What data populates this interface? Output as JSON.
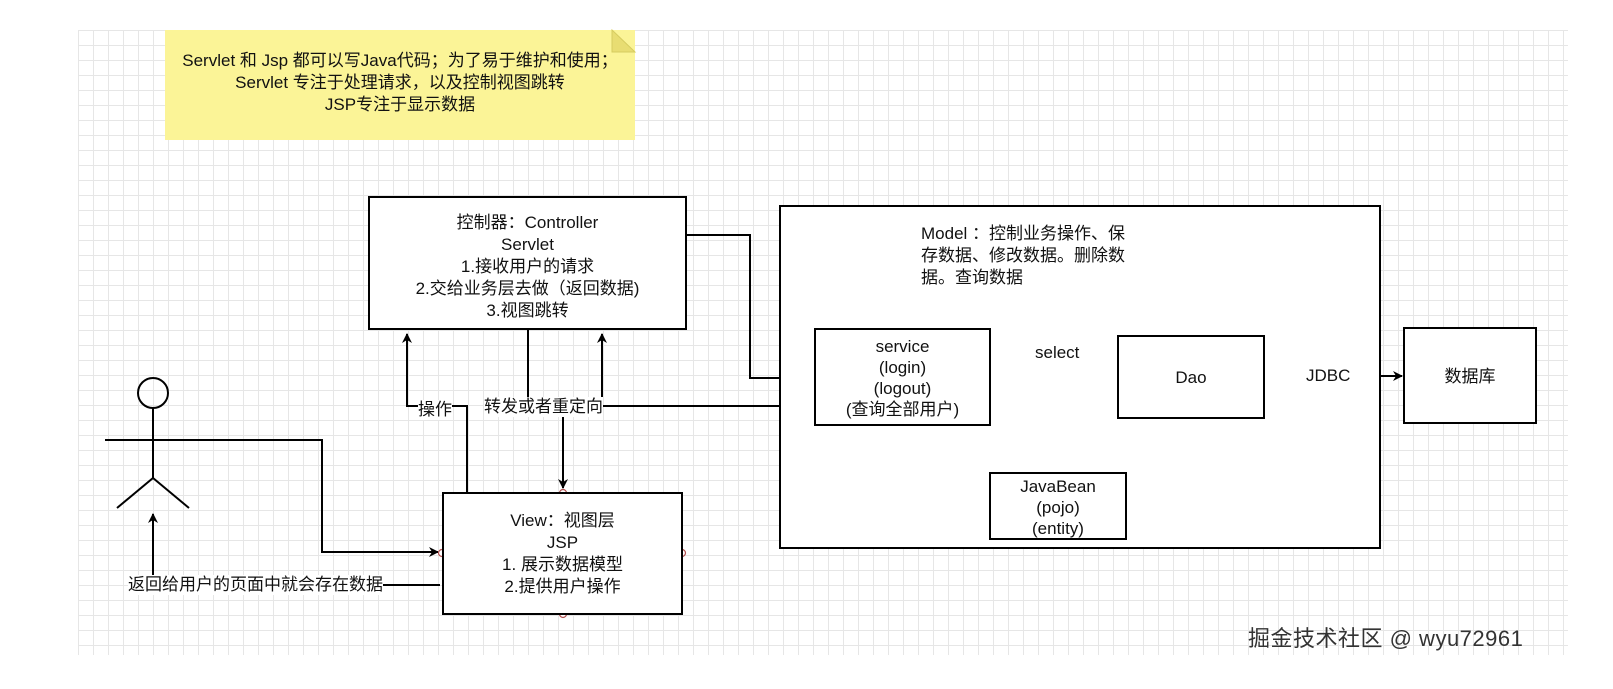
{
  "note": {
    "lines": [
      "Servlet 和 Jsp  都可以写Java代码；为了易于维护和使用；",
      "Servlet 专注于处理请求，以及控制视图跳转",
      "JSP专注于显示数据"
    ]
  },
  "controller": {
    "lines": [
      "控制器：Controller",
      "Servlet",
      "1.接收用户的请求",
      "2.交给业务层去做（返回数据)",
      "3.视图跳转"
    ]
  },
  "model": {
    "lines": [
      "Model ：控制业务操作、保",
      "存数据、修改数据。删除数",
      "据。查询数据"
    ]
  },
  "service": {
    "lines": [
      "service",
      "(login)",
      "(logout)",
      "(查询全部用户)"
    ]
  },
  "dao": {
    "label": "Dao"
  },
  "database": {
    "label": "数据库"
  },
  "javabean": {
    "lines": [
      "JavaBean",
      "(pojo)",
      "(entity)"
    ]
  },
  "view": {
    "lines": [
      "View：视图层",
      "JSP",
      "1. 展示数据模型",
      "2.提供用户操作"
    ]
  },
  "edges": {
    "select": "select",
    "jdbc": "JDBC",
    "operate": "操作",
    "forward": "转发或者重定向",
    "return": "返回给用户的页面中就会存在数据"
  },
  "watermark": "掘金技术社区 @ wyu72961"
}
